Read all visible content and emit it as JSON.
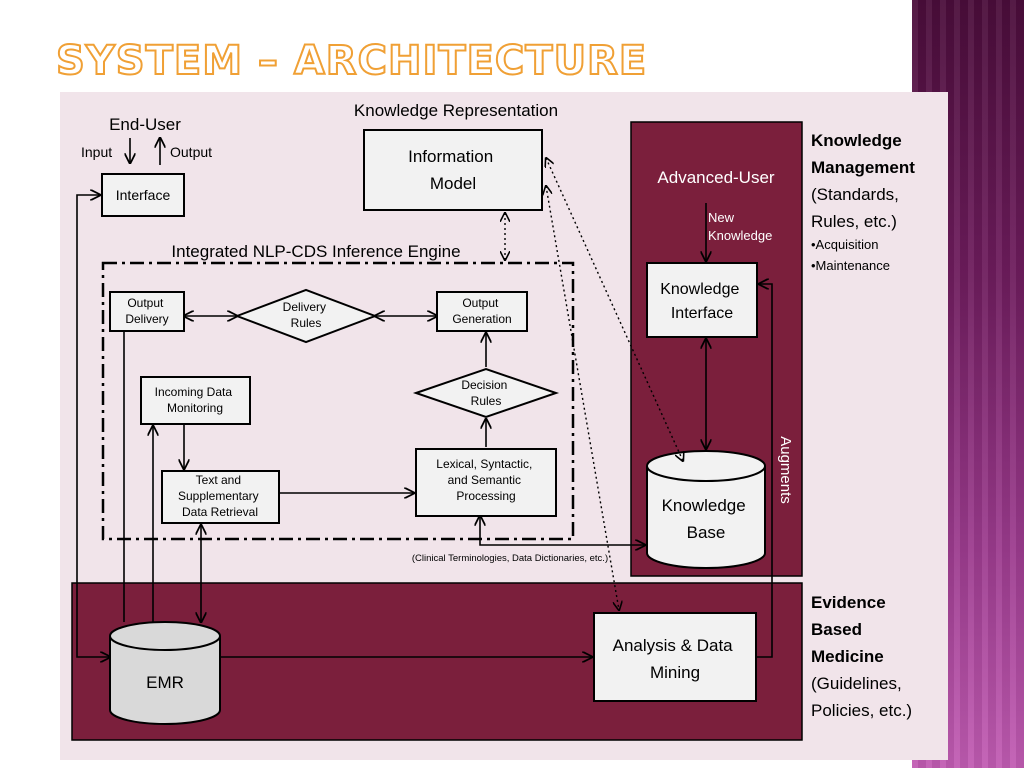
{
  "slide": {
    "title": "SYSTEM – ARCHITECTURE",
    "colors": {
      "title_outline": "#f0a035",
      "panel_background": "#f1e4ea",
      "dark_box": "#7b1f3c",
      "node_fill": "#f2f2f2",
      "engine_fill": "#f2f2f2"
    }
  },
  "diagram": {
    "end_user": "End-User",
    "input": "Input",
    "output": "Output",
    "interface": "Interface",
    "knowledge_representation": "Knowledge Representation",
    "information_model": [
      "Information",
      "Model"
    ],
    "engine_label": "Integrated NLP-CDS Inference Engine",
    "output_delivery": [
      "Output",
      "Delivery"
    ],
    "delivery_rules": [
      "Delivery",
      "Rules"
    ],
    "output_generation": [
      "Output",
      "Generation"
    ],
    "incoming_data_monitoring": [
      "Incoming Data",
      "Monitoring"
    ],
    "decision_rules": [
      "Decision",
      "Rules"
    ],
    "text_retrieval": [
      "Text and",
      "Supplementary",
      "Data Retrieval"
    ],
    "lexical_processing": [
      "Lexical, Syntactic,",
      "and Semantic",
      "Processing"
    ],
    "clinical_terminologies": "(Clinical Terminologies, Data Dictionaries, etc.)",
    "advanced_user": "Advanced-User",
    "new_knowledge": [
      "New",
      "Knowledge"
    ],
    "knowledge_interface": [
      "Knowledge",
      "Interface"
    ],
    "knowledge_base": [
      "Knowledge",
      "Base"
    ],
    "augments": "Augments",
    "emr": "EMR",
    "analysis_data_mining": [
      "Analysis & Data",
      "Mining"
    ]
  },
  "side_labels": {
    "knowledge_management": {
      "title": [
        "Knowledge",
        "Management"
      ],
      "detail": [
        "(Standards,",
        "Rules, etc.)"
      ],
      "bullets": [
        "•Acquisition",
        "•Maintenance"
      ]
    },
    "evidence_based_medicine": {
      "title": [
        "Evidence",
        "Based",
        "Medicine"
      ],
      "detail": [
        "(Guidelines,",
        "Policies, etc.)"
      ]
    }
  }
}
